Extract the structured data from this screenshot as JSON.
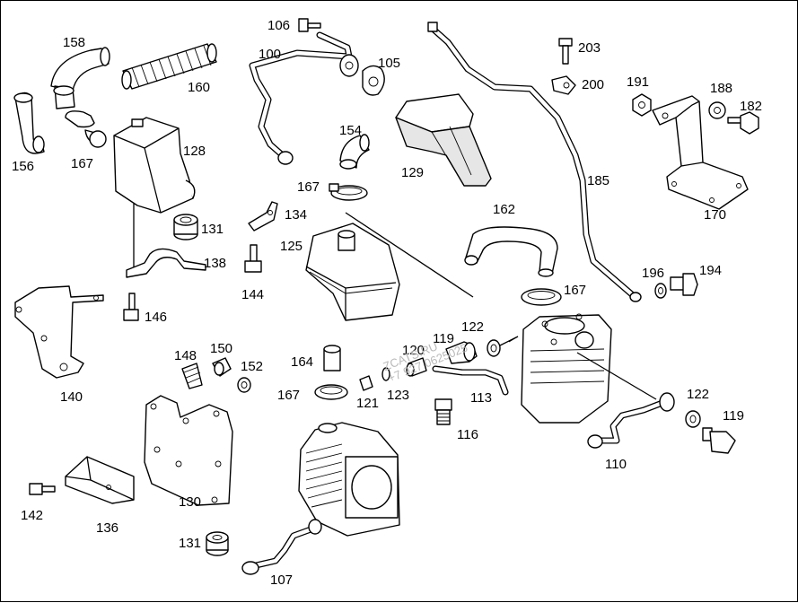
{
  "diagram": {
    "background": "#ffffff",
    "line_color": "#000000",
    "watermark": {
      "line1": "ZCATS.RU",
      "line2": "+7 927 0625025",
      "color": "#b9b9b9"
    },
    "labels": [
      "100",
      "105",
      "106",
      "107",
      "110",
      "113",
      "116",
      "119",
      "119",
      "120",
      "121",
      "122",
      "122",
      "123",
      "125",
      "128",
      "129",
      "130",
      "131",
      "131",
      "134",
      "136",
      "138",
      "140",
      "142",
      "144",
      "146",
      "148",
      "150",
      "152",
      "154",
      "156",
      "158",
      "160",
      "162",
      "164",
      "167",
      "167",
      "167",
      "167",
      "170",
      "182",
      "185",
      "188",
      "191",
      "194",
      "196",
      "200",
      "203"
    ]
  }
}
